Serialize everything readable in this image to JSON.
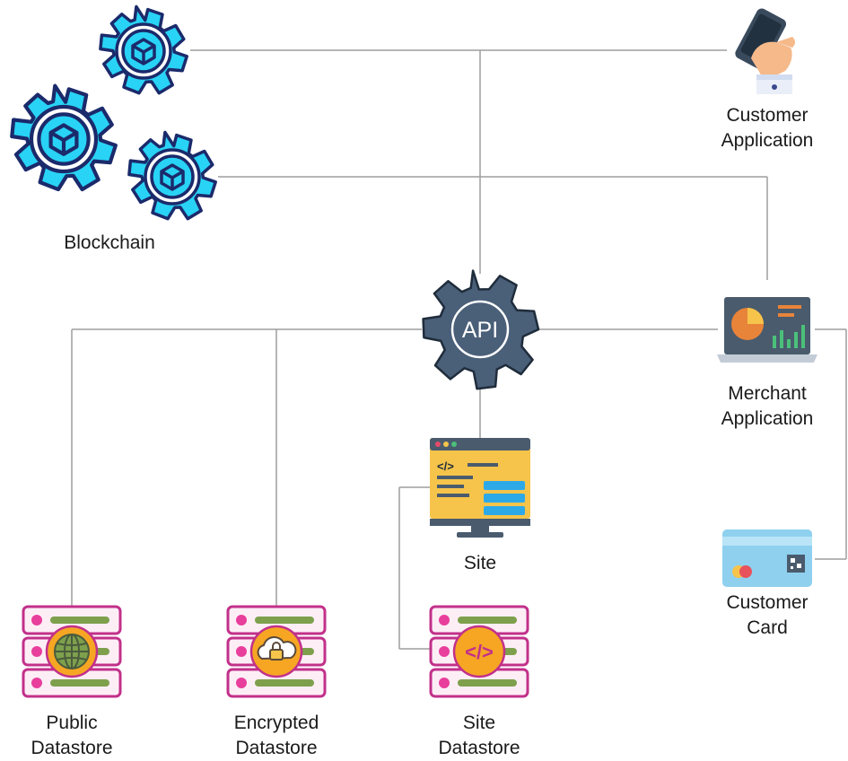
{
  "nodes": {
    "blockchain": {
      "label": "Blockchain"
    },
    "customer_application": {
      "line1": "Customer",
      "line2": "Application"
    },
    "api": {
      "label": "API"
    },
    "merchant_application": {
      "line1": "Merchant",
      "line2": "Application"
    },
    "site": {
      "label": "Site"
    },
    "customer_card": {
      "line1": "Customer",
      "line2": "Card"
    },
    "public_datastore": {
      "line1": "Public",
      "line2": "Datastore"
    },
    "encrypted_datastore": {
      "line1": "Encrypted",
      "line2": "Datastore"
    },
    "site_datastore": {
      "line1": "Site",
      "line2": "Datastore"
    }
  },
  "icons": {
    "blockchain": "gear-cube-icon",
    "customer_application": "phone-in-hand-icon",
    "api": "api-gear-icon",
    "merchant_application": "laptop-dashboard-icon",
    "site": "code-monitor-icon",
    "customer_card": "credit-card-icon",
    "public_datastore": "globe-server-icon",
    "encrypted_datastore": "locked-cloud-server-icon",
    "site_datastore": "code-server-icon"
  },
  "colors": {
    "connector": "#9e9e9e",
    "gear_cyan": "#29d3f5",
    "gear_outline": "#1b2a6b",
    "api_gear": "#4a5f78",
    "server_fill": "#fdeef6",
    "server_outline": "#c2308a",
    "server_bar": "#7ea04d",
    "monitor_panel": "#f6c44a",
    "laptop_screen": "#4a5b6d",
    "card_fill": "#8fd0ef"
  }
}
